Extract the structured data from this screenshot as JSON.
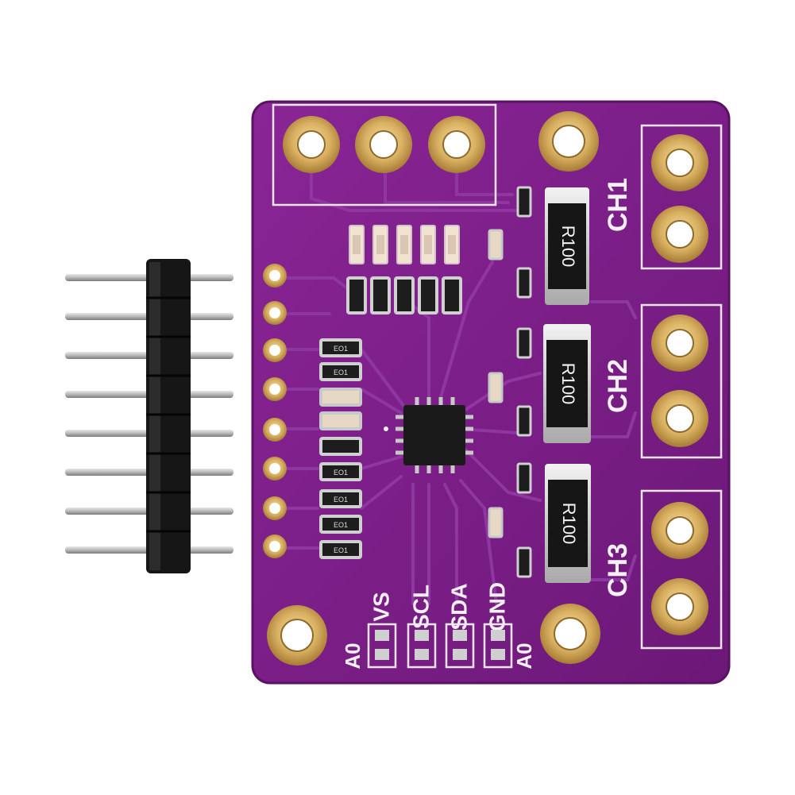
{
  "pcb": {
    "board_color": "#7a1e86",
    "silkscreen_color": "#f4f0f6",
    "pad_color": "#d9b061",
    "channels": [
      {
        "label": "CH1",
        "resistor_marking": "R100"
      },
      {
        "label": "CH2",
        "resistor_marking": "R100"
      },
      {
        "label": "CH3",
        "resistor_marking": "R100"
      }
    ],
    "bottom_labels": [
      "VS",
      "SCL",
      "SDA",
      "GND"
    ],
    "address_labels": [
      "A0",
      "A0"
    ],
    "smd_code": "EO1"
  },
  "header": {
    "pin_count": 8,
    "pin_color": "#b8b8b8",
    "body_color": "#1b1b1b"
  }
}
